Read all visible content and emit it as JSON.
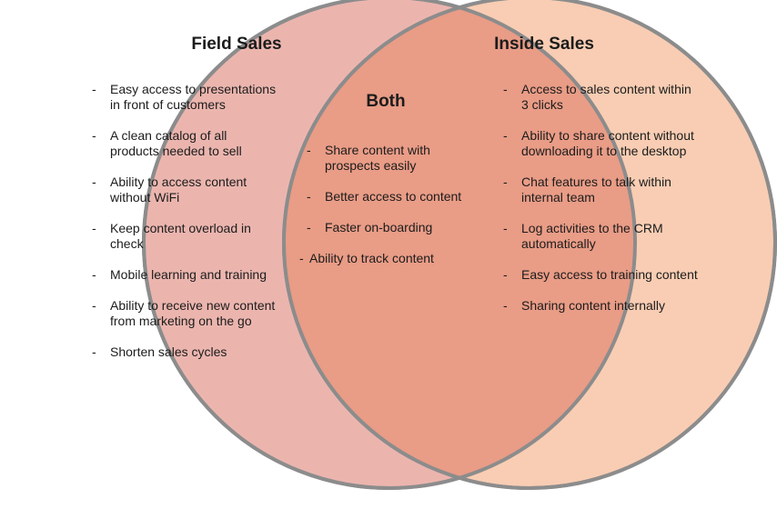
{
  "colors": {
    "left_fill": "#ebb5ae",
    "right_fill": "#f8cdb3",
    "overlap_fill": "#e99c86",
    "stroke": "#8c8c8c",
    "text": "#1c1c1c"
  },
  "left": {
    "title": "Field Sales",
    "items": [
      "Easy access to presentations in front of customers",
      "A clean catalog of all products needed to sell",
      "Ability to access content without WiFi",
      "Keep content overload in check",
      "Mobile learning and training",
      "Ability to receive new content from marketing on the go",
      "Shorten sales cycles"
    ]
  },
  "middle": {
    "title": "Both",
    "items": [
      "Share content with prospects easily",
      "Better access to content",
      "Faster on-boarding",
      "Ability to track content"
    ]
  },
  "right": {
    "title": "Inside Sales",
    "items": [
      "Access to sales content within 3 clicks",
      "Ability to share content without downloading it to the desktop",
      "Chat features to talk within internal team",
      "Log activities to the CRM automatically",
      "Easy access to training content",
      "Sharing content internally"
    ]
  },
  "bullet": "-"
}
